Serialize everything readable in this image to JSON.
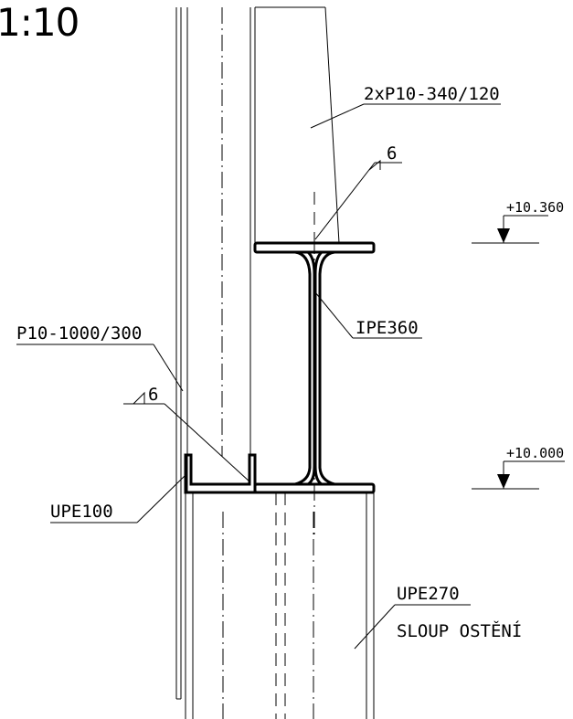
{
  "drawing": {
    "scale": "1:10",
    "labels": {
      "plate_top": "2xP10-340/120",
      "weld_top": "6",
      "beam": "IPE360",
      "plate_side": "P10-1000/300",
      "weld_bottom": "6",
      "channel": "UPE100",
      "column_profile": "UPE270",
      "column_name": "SLOUP OSTĚNÍ"
    },
    "levels": {
      "top": "+10.360",
      "bottom": "+10.000"
    }
  }
}
